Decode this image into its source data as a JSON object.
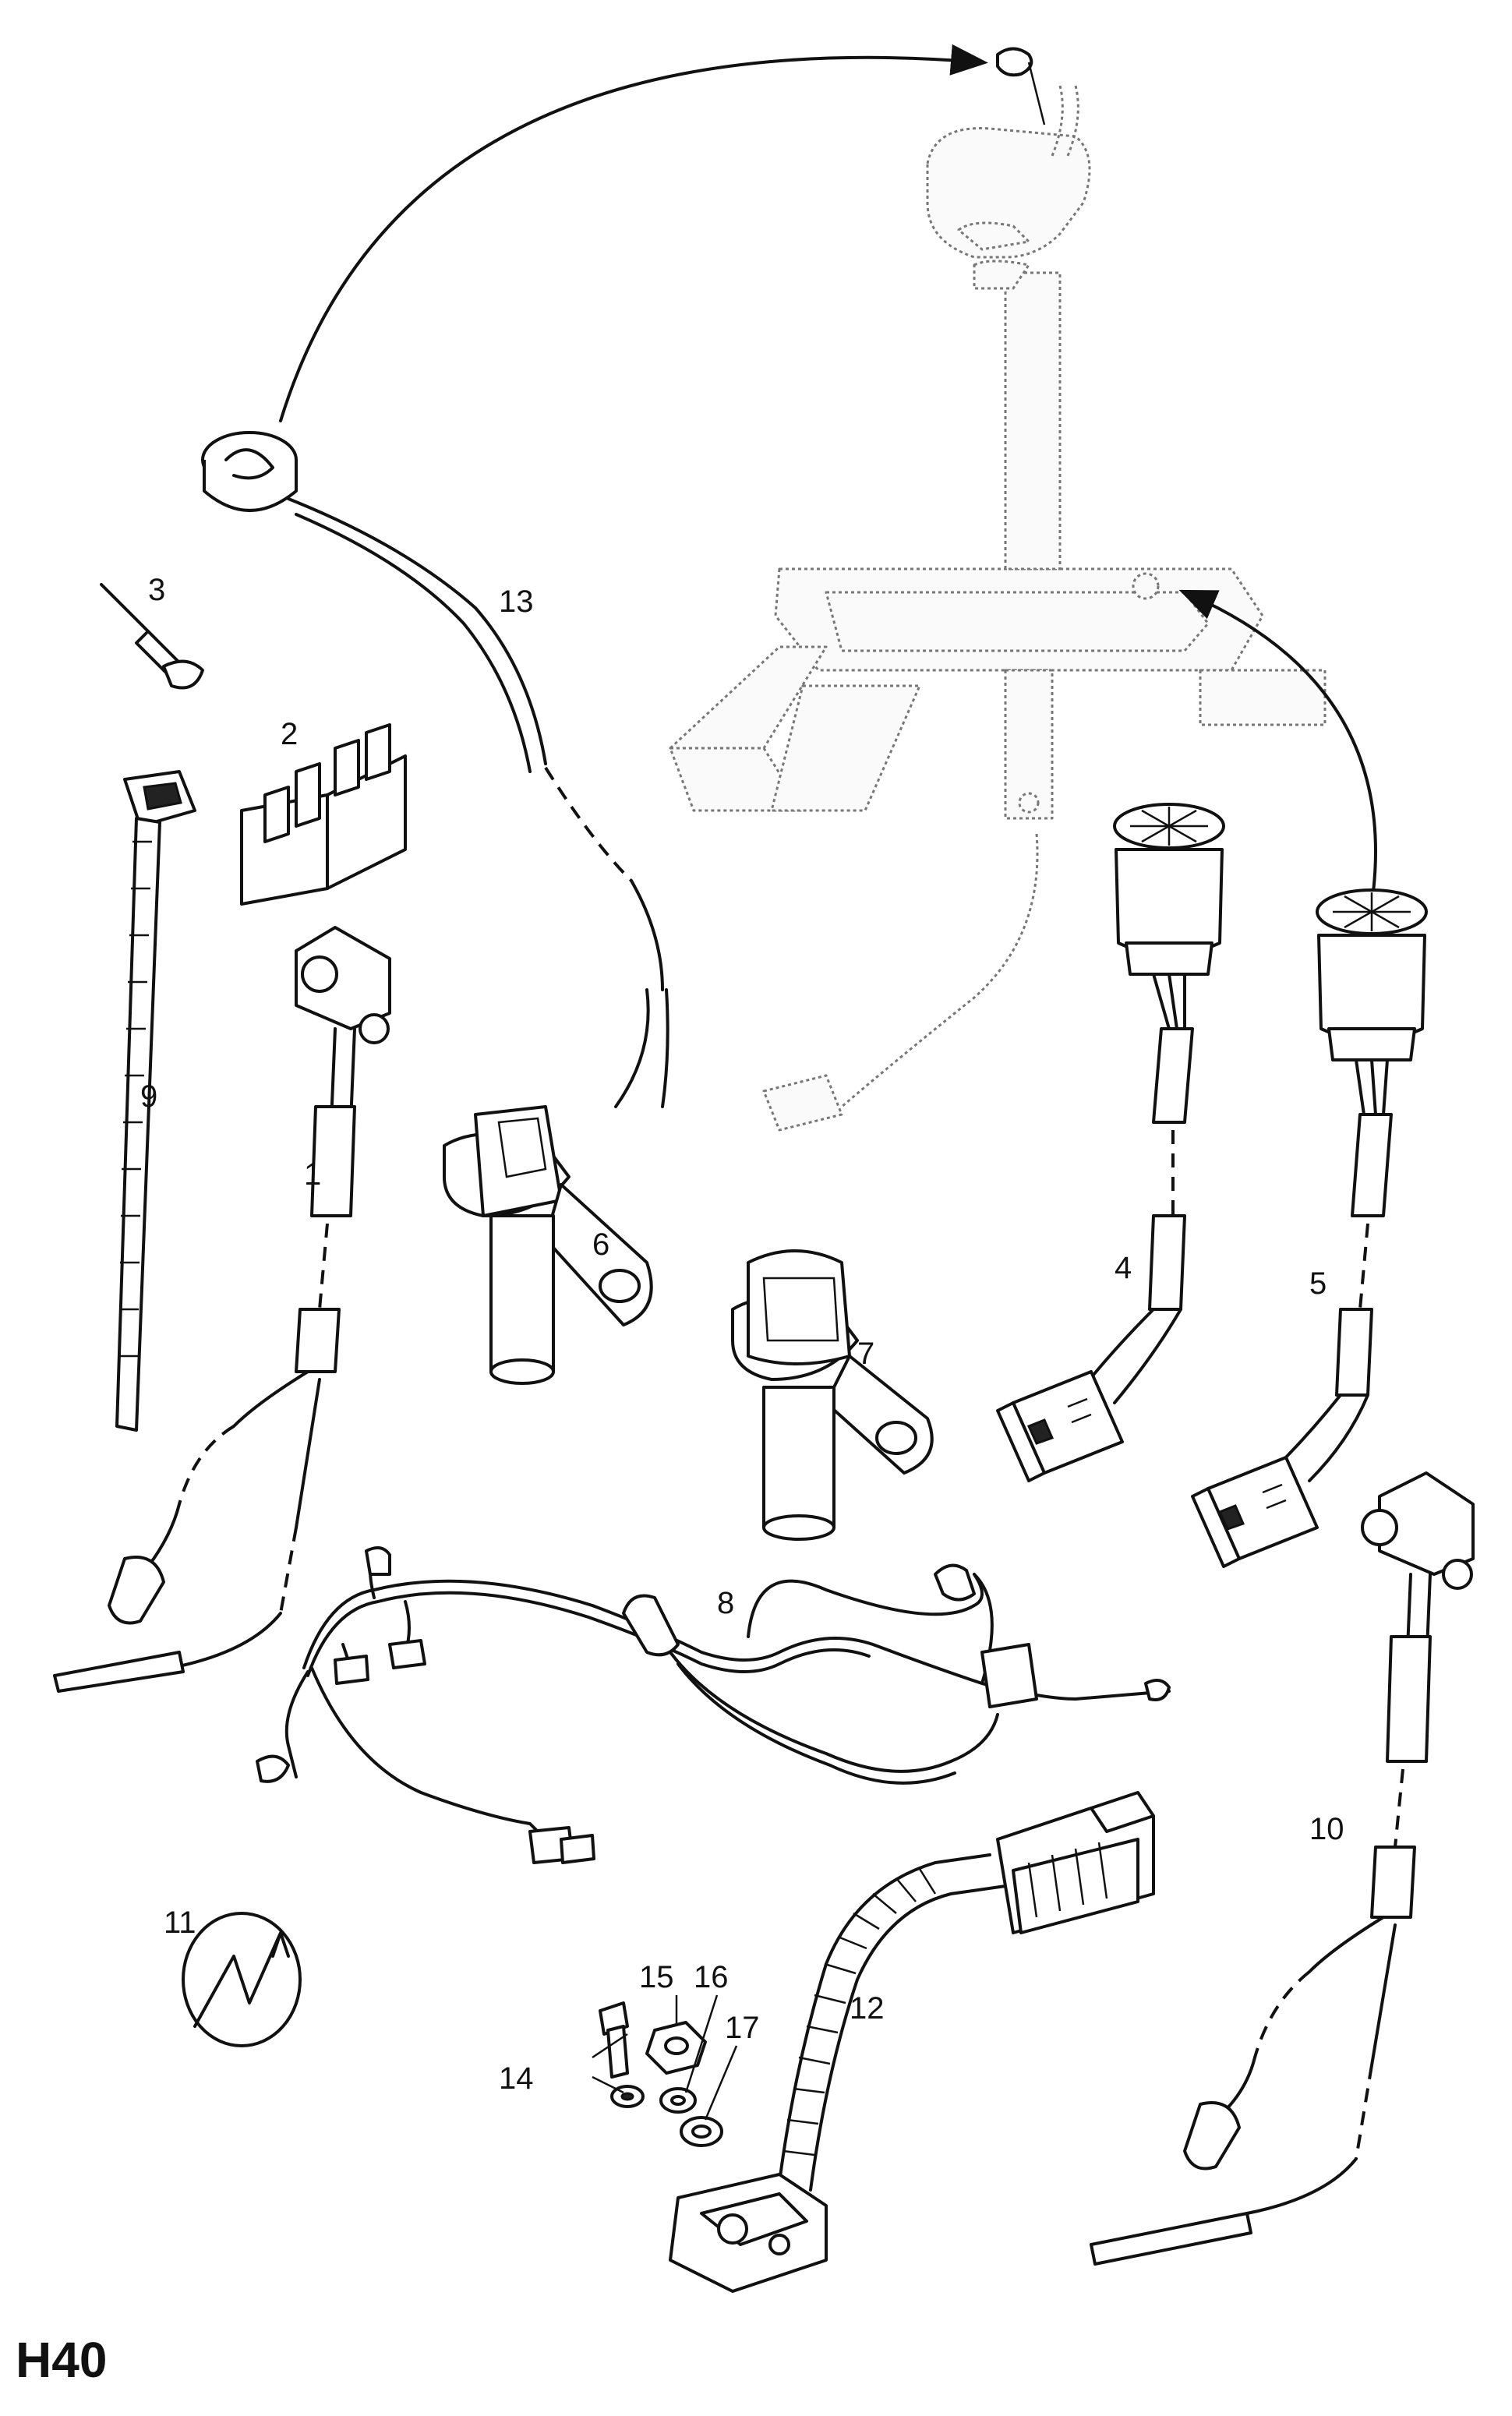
{
  "diagram": {
    "sheet_code": "H40",
    "callouts": [
      "1",
      "2",
      "3",
      "4",
      "5",
      "6",
      "7",
      "8",
      "9",
      "10",
      "11",
      "12",
      "13",
      "14",
      "15",
      "16",
      "17"
    ]
  }
}
